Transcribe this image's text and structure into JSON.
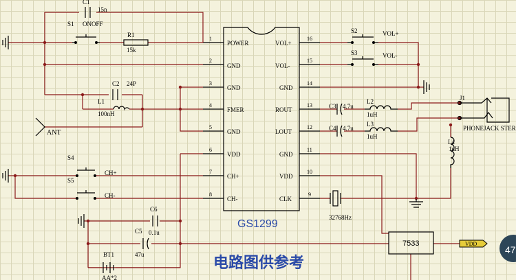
{
  "ic": {
    "name": "GS1299",
    "left_pins": [
      {
        "num": "1",
        "name": "POWER"
      },
      {
        "num": "2",
        "name": "GND"
      },
      {
        "num": "3",
        "name": "GND"
      },
      {
        "num": "4",
        "name": "FMER"
      },
      {
        "num": "5",
        "name": "GND"
      },
      {
        "num": "6",
        "name": "VDD"
      },
      {
        "num": "7",
        "name": "CH+"
      },
      {
        "num": "8",
        "name": "CH-"
      }
    ],
    "right_pins": [
      {
        "num": "16",
        "name": "VOL+"
      },
      {
        "num": "15",
        "name": "VOL-"
      },
      {
        "num": "14",
        "name": "GND"
      },
      {
        "num": "13",
        "name": "ROUT"
      },
      {
        "num": "12",
        "name": "LOUT"
      },
      {
        "num": "11",
        "name": "GND"
      },
      {
        "num": "10",
        "name": "VDD"
      },
      {
        "num": "9",
        "name": "CLK"
      }
    ]
  },
  "components": {
    "c1_ref": "C1",
    "c1_val": "15n",
    "s1_ref": "S1",
    "s1_val": "ONOFF",
    "r1_ref": "R1",
    "r1_val": "15k",
    "c2_ref": "C2",
    "c2_val": "24P",
    "l1_ref": "L1",
    "l1_val": "100nH",
    "ant": "ANT",
    "s4_ref": "S4",
    "s5_ref": "S5",
    "ch_plus": "CH+",
    "ch_minus": "CH-",
    "c6_ref": "C6",
    "c6_val": "0.1u",
    "c5_ref": "C5",
    "c5_val": "47u",
    "bt1_ref": "BT1",
    "bt1_val": "AA*2",
    "s2_ref": "S2",
    "s2_label": "VOL+",
    "s3_ref": "S3",
    "s3_label": "VOL-",
    "c3_ref": "C3",
    "c3_val": "4.7u",
    "c4_ref": "C4",
    "c4_val": "4.7u",
    "l2_ref": "L2",
    "l2_val": "1uH",
    "l3_ref": "L3",
    "l3_val": "1uH",
    "l4_ref": "L4",
    "l4_val": "1uH",
    "j1_ref": "J1",
    "j1_val": "PHONEJACK STER",
    "crystal_val": "32768Hz",
    "reg_name": "7533",
    "vdd_port": "VDD"
  },
  "caption": "电路图供参考",
  "corner_badge": "47"
}
